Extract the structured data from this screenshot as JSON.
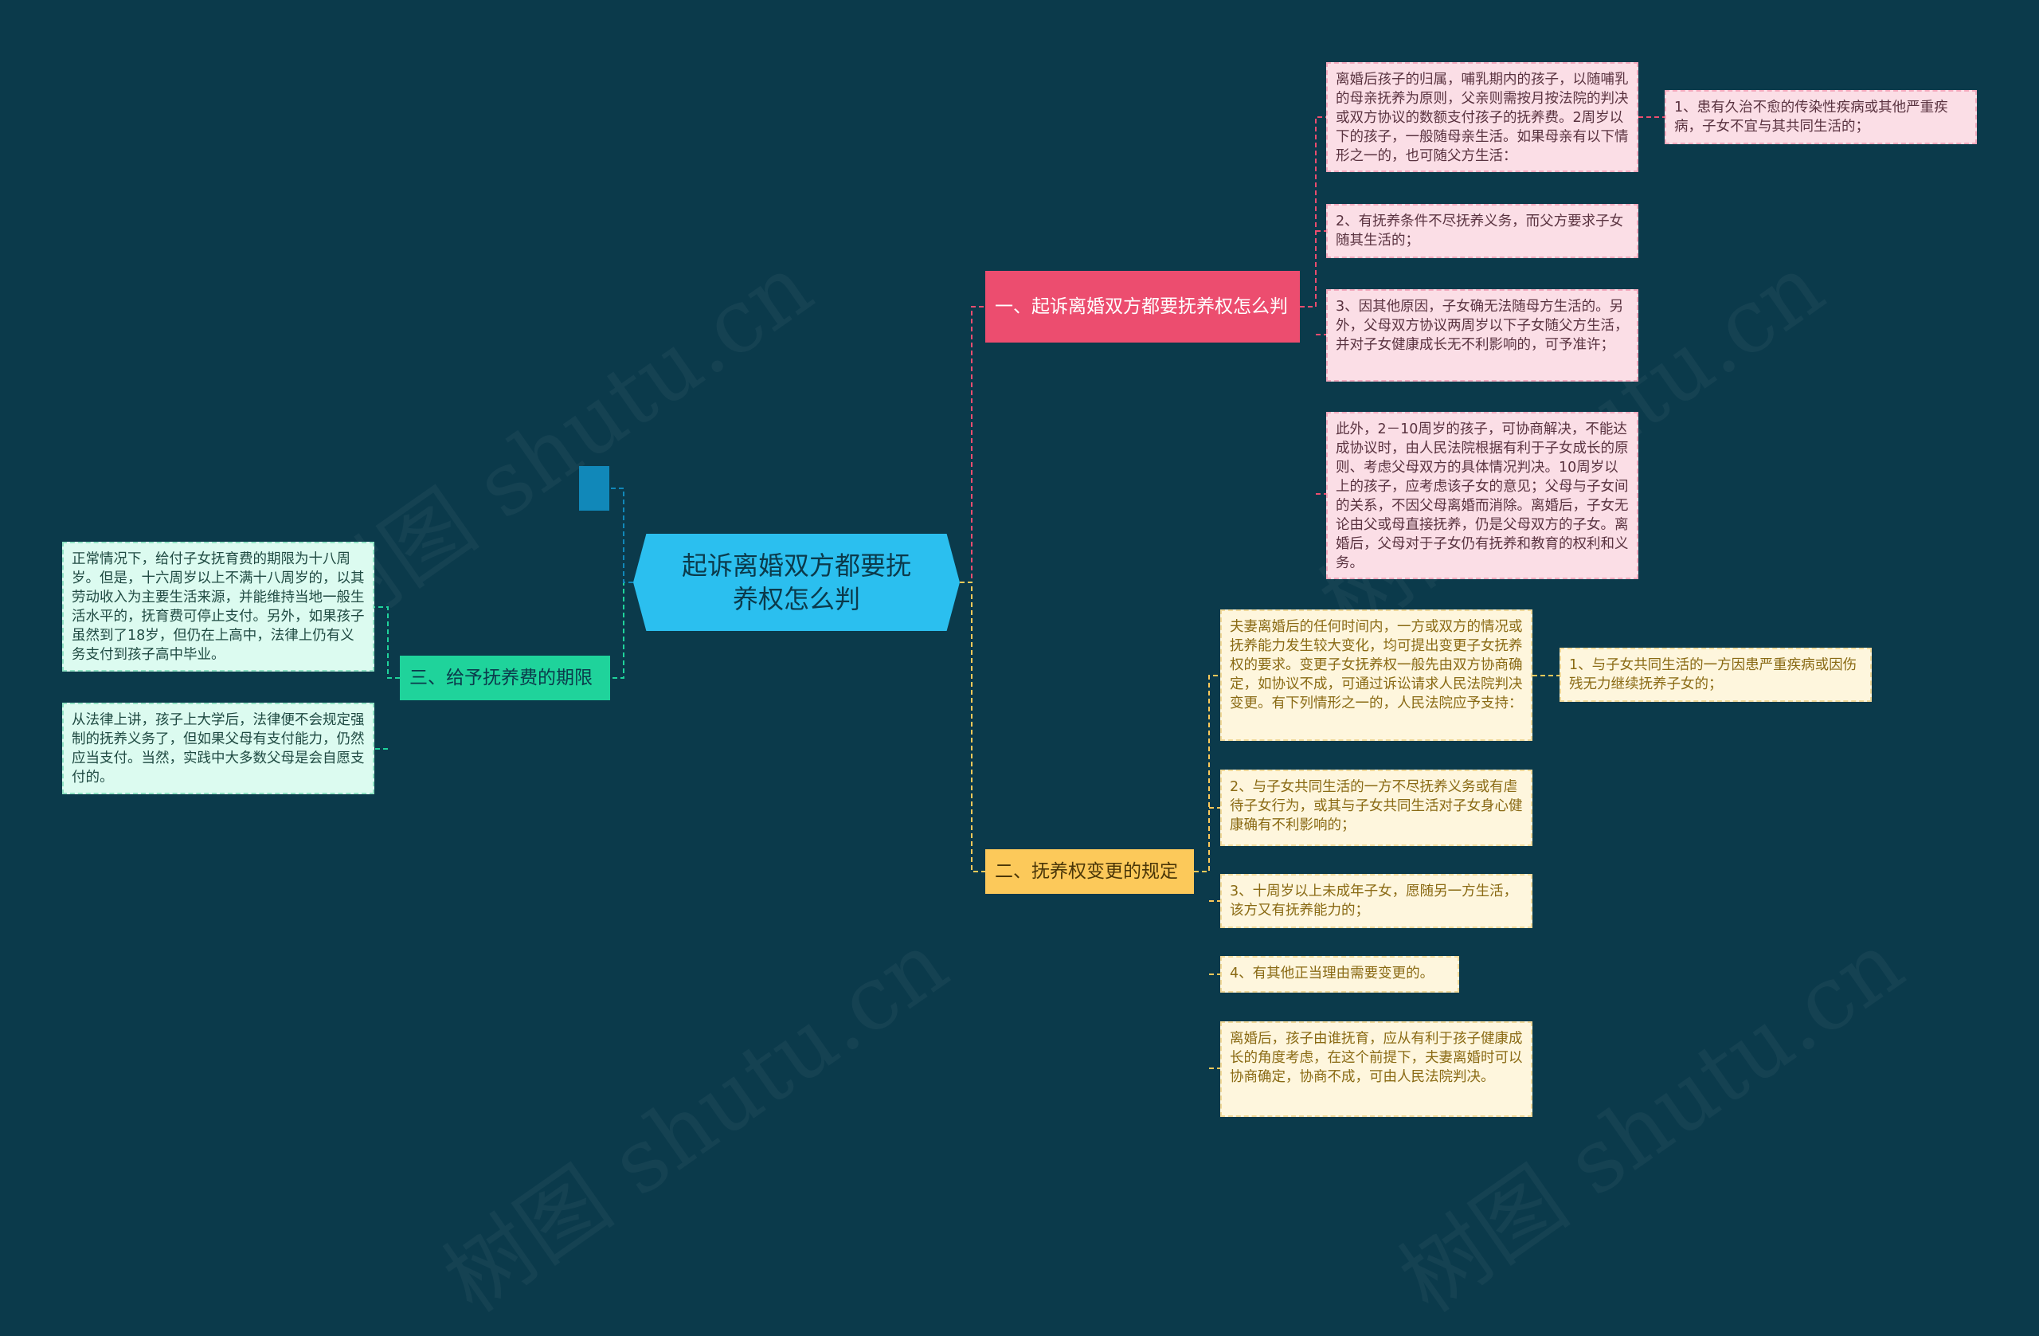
{
  "root": {
    "title": "起诉离婚双方都要抚养权怎么判"
  },
  "branches": [
    {
      "label": "一、起诉离婚双方都要抚养权怎么判",
      "color": "#ec4d6f",
      "leaves": [
        "离婚后孩子的归属，哺乳期内的孩子，以随哺乳的母亲抚养为原则，父亲则需按月按法院的判决或双方协议的数额支付孩子的抚养费。2周岁以下的孩子，一般随母亲生活。如果母亲有以下情形之一的，也可随父方生活：",
        "2、有抚养条件不尽抚养义务，而父方要求子女随其生活的；",
        "3、因其他原因，子女确无法随母方生活的。另外，父母双方协议两周岁以下子女随父方生活，并对子女健康成长无不利影响的，可予准许；",
        "此外，2－10周岁的孩子，可协商解决，不能达成协议时，由人民法院根据有利于子女成长的原则、考虑父母双方的具体情况判决。10周岁以上的孩子，应考虑该子女的意见；父母与子女间的关系，不因父母离婚而消除。离婚后，子女无论由父或母直接抚养，仍是父母双方的子女。离婚后，父母对于子女仍有抚养和教育的权利和义务。"
      ],
      "sub_leaf": "1、患有久治不愈的传染性疾病或其他严重疾病，子女不宜与其共同生活的；"
    },
    {
      "label": "二、抚养权变更的规定",
      "color": "#fcc95a",
      "leaves": [
        "夫妻离婚后的任何时间内，一方或双方的情况或抚养能力发生较大变化，均可提出变更子女抚养权的要求。变更子女抚养权一般先由双方协商确定，如协议不成，可通过诉讼请求人民法院判决变更。有下列情形之一的，人民法院应予支持：",
        "2、与子女共同生活的一方不尽抚养义务或有虐待子女行为，或其与子女共同生活对子女身心健康确有不利影响的；",
        "3、十周岁以上未成年子女，愿随另一方生活，该方又有抚养能力的；",
        "4、有其他正当理由需要变更的。",
        "离婚后，孩子由谁抚育，应从有利于孩子健康成长的角度考虑，在这个前提下，夫妻离婚时可以协商确定，协商不成，可由人民法院判决。"
      ],
      "sub_leaf": "1、与子女共同生活的一方因患严重疾病或因伤残无力继续抚养子女的；"
    },
    {
      "label": "三、给予抚养费的期限",
      "color": "#1fd39b",
      "leaves": [
        "正常情况下，给付子女抚育费的期限为十八周岁。但是，十六周岁以上不满十八周岁的，以其劳动收入为主要生活来源，并能维持当地一般生活水平的，抚育费可停止支付。另外，如果孩子虽然到了18岁，但仍在上高中，法律上仍有义务支付到孩子高中毕业。",
        "从法律上讲，孩子上大学后，法律便不会规定强制的抚养义务了，但如果父母有支付能力，仍然应当支付。当然，实践中大多数父母是会自愿支付的。"
      ]
    }
  ],
  "colors": {
    "background": "#0b3a4b",
    "root": "#2bbfef",
    "mini_node": "#1188b9"
  }
}
